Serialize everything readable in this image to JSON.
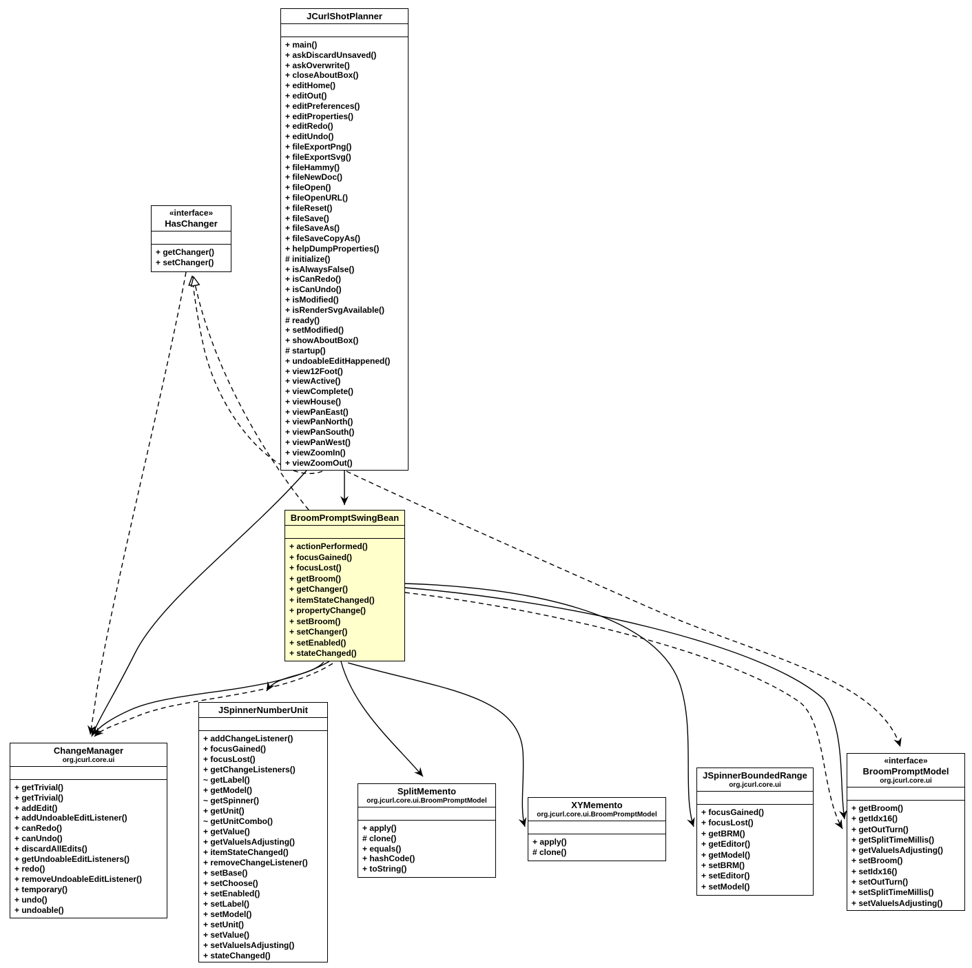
{
  "diagram": {
    "kind": "UML class diagram",
    "background_color": "#FFFFFF",
    "box_fill_color": "#FFFFFF",
    "highlight_fill_color": "#FFFFCC",
    "line_color": "#000000"
  },
  "classes": [
    {
      "id": "jcurlshotplanner",
      "stereotype": "",
      "name": "JCurlShotPlanner",
      "package": "",
      "highlighted": false,
      "methods": [
        "+ main()",
        "+ askDiscardUnsaved()",
        "+ askOverwrite()",
        "+ closeAboutBox()",
        "+ editHome()",
        "+ editOut()",
        "+ editPreferences()",
        "+ editProperties()",
        "+ editRedo()",
        "+ editUndo()",
        "+ fileExportPng()",
        "+ fileExportSvg()",
        "+ fileHammy()",
        "+ fileNewDoc()",
        "+ fileOpen()",
        "+ fileOpenURL()",
        "+ fileReset()",
        "+ fileSave()",
        "+ fileSaveAs()",
        "+ fileSaveCopyAs()",
        "+ helpDumpProperties()",
        "# initialize()",
        "+ isAlwaysFalse()",
        "+ isCanRedo()",
        "+ isCanUndo()",
        "+ isModified()",
        "+ isRenderSvgAvailable()",
        "# ready()",
        "+ setModified()",
        "+ showAboutBox()",
        "# startup()",
        "+ undoableEditHappened()",
        "+ view12Foot()",
        "+ viewActive()",
        "+ viewComplete()",
        "+ viewHouse()",
        "+ viewPanEast()",
        "+ viewPanNorth()",
        "+ viewPanSouth()",
        "+ viewPanWest()",
        "+ viewZoomIn()",
        "+ viewZoomOut()"
      ]
    },
    {
      "id": "haschanger",
      "stereotype": "«interface»",
      "name": "HasChanger",
      "package": "",
      "highlighted": false,
      "methods": [
        "+ getChanger()",
        "+ setChanger()"
      ]
    },
    {
      "id": "broompromptswingbean",
      "stereotype": "",
      "name": "BroomPromptSwingBean",
      "package": "",
      "highlighted": true,
      "methods": [
        "+ actionPerformed()",
        "+ focusGained()",
        "+ focusLost()",
        "+ getBroom()",
        "+ getChanger()",
        "+ itemStateChanged()",
        "+ propertyChange()",
        "+ setBroom()",
        "+ setChanger()",
        "+ setEnabled()",
        "+ stateChanged()"
      ]
    },
    {
      "id": "changemanager",
      "stereotype": "",
      "name": "ChangeManager",
      "package": "org.jcurl.core.ui",
      "highlighted": false,
      "methods": [
        "+ getTrivial()",
        "+ getTrivial()",
        "+ addEdit()",
        "+ addUndoableEditListener()",
        "+ canRedo()",
        "+ canUndo()",
        "+ discardAllEdits()",
        "+ getUndoableEditListeners()",
        "+ redo()",
        "+ removeUndoableEditListener()",
        "+ temporary()",
        "+ undo()",
        "+ undoable()"
      ]
    },
    {
      "id": "jspinnernumberunit",
      "stereotype": "",
      "name": "JSpinnerNumberUnit",
      "package": "",
      "highlighted": false,
      "methods": [
        "+ addChangeListener()",
        "+ focusGained()",
        "+ focusLost()",
        "+ getChangeListeners()",
        "~ getLabel()",
        "+ getModel()",
        "~ getSpinner()",
        "+ getUnit()",
        "~ getUnitCombo()",
        "+ getValue()",
        "+ getValueIsAdjusting()",
        "+ itemStateChanged()",
        "+ removeChangeListener()",
        "+ setBase()",
        "+ setChoose()",
        "+ setEnabled()",
        "+ setLabel()",
        "+ setModel()",
        "+ setUnit()",
        "+ setValue()",
        "+ setValueIsAdjusting()",
        "+ stateChanged()"
      ]
    },
    {
      "id": "splitmemento",
      "stereotype": "",
      "name": "SplitMemento",
      "package": "org.jcurl.core.ui.BroomPromptModel",
      "highlighted": false,
      "methods": [
        "+ apply()",
        "# clone()",
        "+ equals()",
        "+ hashCode()",
        "+ toString()"
      ]
    },
    {
      "id": "xymemento",
      "stereotype": "",
      "name": "XYMemento",
      "package": "org.jcurl.core.ui.BroomPromptModel",
      "highlighted": false,
      "methods": [
        "+ apply()",
        "# clone()"
      ]
    },
    {
      "id": "jspinnerboundedrange",
      "stereotype": "",
      "name": "JSpinnerBoundedRange",
      "package": "org.jcurl.core.ui",
      "highlighted": false,
      "methods": [
        "+ focusGained()",
        "+ focusLost()",
        "+ getBRM()",
        "+ getEditor()",
        "+ getModel()",
        "+ setBRM()",
        "+ setEditor()",
        "+ setModel()"
      ]
    },
    {
      "id": "broompromptmodel",
      "stereotype": "«interface»",
      "name": "BroomPromptModel",
      "package": "org.jcurl.core.ui",
      "highlighted": false,
      "methods": [
        "+ getBroom()",
        "+ getIdx16()",
        "+ getOutTurn()",
        "+ getSplitTimeMillis()",
        "+ getValueIsAdjusting()",
        "+ setBroom()",
        "+ setIdx16()",
        "+ setOutTurn()",
        "+ setSplitTimeMillis()",
        "+ setValueIsAdjusting()"
      ]
    }
  ],
  "edges": [
    {
      "from": "JCurlShotPlanner",
      "to": "BroomPromptSwingBean",
      "type": "association"
    },
    {
      "from": "JCurlShotPlanner",
      "to": "ChangeManager",
      "type": "association"
    },
    {
      "from": "JCurlShotPlanner",
      "to": "BroomPromptModel",
      "type": "dependency"
    },
    {
      "from": "JCurlShotPlanner",
      "to": "HasChanger",
      "type": "realization"
    },
    {
      "from": "BroomPromptSwingBean",
      "to": "HasChanger",
      "type": "realization"
    },
    {
      "from": "HasChanger",
      "to": "ChangeManager",
      "type": "dependency"
    },
    {
      "from": "BroomPromptSwingBean",
      "to": "ChangeManager",
      "type": "association"
    },
    {
      "from": "BroomPromptSwingBean",
      "to": "ChangeManager",
      "type": "dependency"
    },
    {
      "from": "BroomPromptSwingBean",
      "to": "JSpinnerNumberUnit",
      "type": "association"
    },
    {
      "from": "BroomPromptSwingBean",
      "to": "SplitMemento",
      "type": "association"
    },
    {
      "from": "BroomPromptSwingBean",
      "to": "XYMemento",
      "type": "association"
    },
    {
      "from": "BroomPromptSwingBean",
      "to": "JSpinnerBoundedRange",
      "type": "association"
    },
    {
      "from": "BroomPromptSwingBean",
      "to": "BroomPromptModel",
      "type": "association"
    },
    {
      "from": "BroomPromptSwingBean",
      "to": "BroomPromptModel",
      "type": "dependency"
    }
  ]
}
